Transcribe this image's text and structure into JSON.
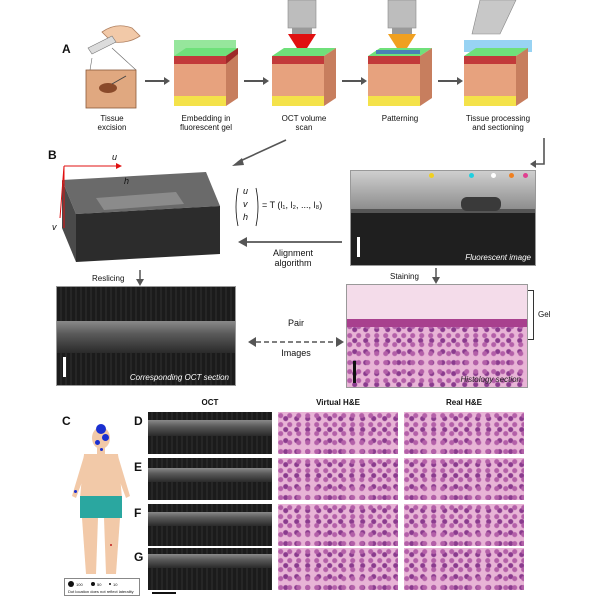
{
  "panels": {
    "a": "A",
    "b": "B",
    "c": "C",
    "d": "D",
    "e": "E",
    "f": "F",
    "g": "G"
  },
  "pipeline": [
    {
      "line1": "Tissue",
      "line2": "excision"
    },
    {
      "line1": "Embedding in",
      "line2": "fluorescent gel"
    },
    {
      "line1": "OCT volume",
      "line2": "scan"
    },
    {
      "line1": "Patterning",
      "line2": ""
    },
    {
      "line1": "Tissue processing",
      "line2": "and sectioning"
    }
  ],
  "panel_b": {
    "axis_u": "u",
    "axis_v": "v",
    "axis_h": "h",
    "equation_rhs": "= T (l₁, l₂, ..., l₈)",
    "alignment_line1": "Alignment",
    "alignment_line2": "algorithm",
    "reslicing": "Reslicing",
    "staining": "Staining",
    "pair_line1": "Pair",
    "pair_line2": "Images",
    "gel": "Gel",
    "caption_fluorescent": "Fluorescent image",
    "caption_oct": "Corresponding OCT section",
    "caption_histology": "Histology section"
  },
  "panel_c": {
    "legend_note": "Dot location does not reflect laterality",
    "legend_values": [
      "100",
      "50",
      "10"
    ]
  },
  "grid": {
    "col_oct": "OCT",
    "col_virtual": "Virtual H&E",
    "col_real": "Real H&E",
    "rows": [
      "D",
      "E",
      "F",
      "G"
    ]
  },
  "colors": {
    "gel_green": "#3fd24a",
    "laser_red": "#e01010",
    "pattern_orange": "#f0a020",
    "stain_pink": "#e8b4d6",
    "marker_blue": "#1a2fd0",
    "skin": "#f2c9a8"
  }
}
